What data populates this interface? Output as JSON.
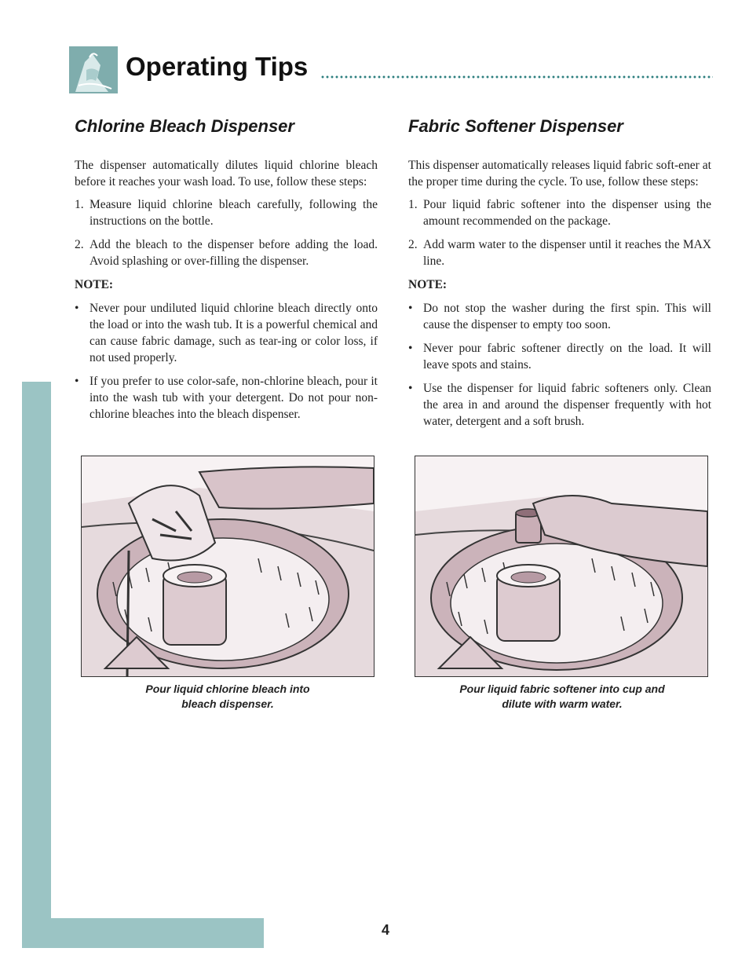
{
  "header": {
    "title": "Operating Tips"
  },
  "left_column": {
    "heading": "Chlorine Bleach Dispenser",
    "intro": "The dispenser automatically dilutes liquid chlorine bleach before it reaches your wash load. To use, follow these steps:",
    "steps": [
      {
        "marker": "1.",
        "text": "Measure liquid chlorine bleach carefully, following the instructions on the bottle."
      },
      {
        "marker": "2.",
        "text": "Add the bleach to the dispenser before adding the load. Avoid splashing or over-filling the dispenser."
      }
    ],
    "note_label": "NOTE:",
    "notes": [
      {
        "marker": "•",
        "text": "Never pour undiluted liquid chlorine bleach directly onto the load or into the wash tub. It is a powerful chemical and can cause fabric damage, such as tear-ing or color loss, if not used properly."
      },
      {
        "marker": "•",
        "text": "If you prefer to use color-safe, non-chlorine bleach, pour it into the wash tub with your detergent. Do not pour non-chlorine bleaches into the bleach dispenser."
      }
    ],
    "caption_line1": "Pour liquid chlorine bleach into",
    "caption_line2": "bleach dispenser."
  },
  "right_column": {
    "heading": "Fabric Softener Dispenser",
    "intro": "This dispenser automatically releases liquid fabric soft-ener at the proper time during the cycle. To use, follow these steps:",
    "steps": [
      {
        "marker": "1.",
        "text": "Pour liquid fabric softener into the dispenser using the amount recommended on the package."
      },
      {
        "marker": "2.",
        "text": "Add warm water to the dispenser until it reaches the MAX line."
      }
    ],
    "note_label": "NOTE:",
    "notes": [
      {
        "marker": "•",
        "text": "Do not stop the washer during the first spin. This will cause the dispenser to empty too soon."
      },
      {
        "marker": "•",
        "text": "Never pour fabric softener directly on the load. It will leave spots and stains."
      },
      {
        "marker": "•",
        "text": "Use the dispenser for liquid fabric softeners only. Clean the area in and around the dispenser frequently with hot water, detergent and a soft brush."
      }
    ],
    "caption_line1": "Pour liquid fabric softener into cup and",
    "caption_line2": "dilute with warm water."
  },
  "footer": {
    "page_number": "4"
  },
  "colors": {
    "accent_teal": "#9bc4c4",
    "dots_teal": "#2e7f7f",
    "illustration_tint": "#b79aa4"
  }
}
